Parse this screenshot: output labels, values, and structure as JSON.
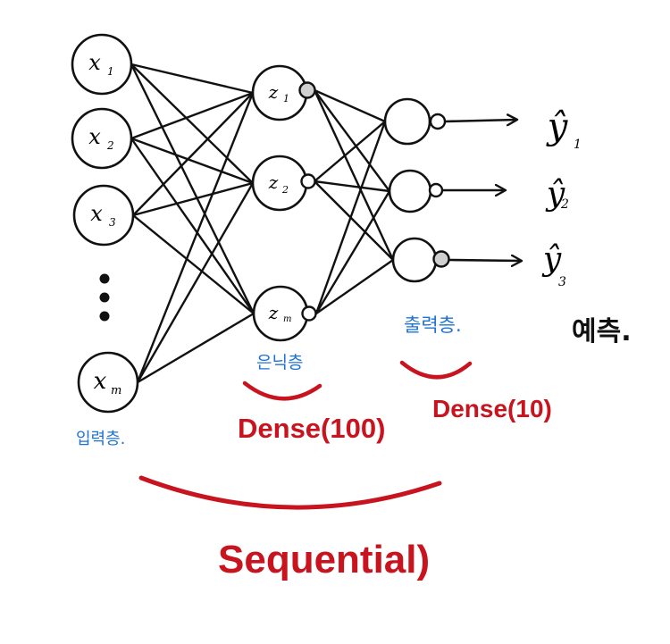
{
  "input_nodes": [
    {
      "label": "x",
      "sub": "1"
    },
    {
      "label": "x",
      "sub": "2"
    },
    {
      "label": "x",
      "sub": "3"
    },
    {
      "label": "x",
      "sub": "m"
    }
  ],
  "hidden_nodes": [
    {
      "label": "z",
      "sub": "1"
    },
    {
      "label": "z",
      "sub": "2"
    },
    {
      "label": "z",
      "sub": "m"
    }
  ],
  "outputs": [
    {
      "label": "ŷ",
      "sub": "1"
    },
    {
      "label": "ŷ",
      "sub": "2"
    },
    {
      "label": "ŷ",
      "sub": "3"
    }
  ],
  "labels": {
    "input_layer": "입력층.",
    "hidden_layer": "은닉층",
    "output_layer": "출력층.",
    "prediction": "예측.",
    "hidden_dense": "Dense(100)",
    "output_dense": "Dense(10)",
    "model": "Sequential)"
  },
  "colors": {
    "ink": "#111111",
    "blue": "#1e73d2",
    "red": "#c8141e",
    "dot_fill": "#d0d0d0"
  }
}
